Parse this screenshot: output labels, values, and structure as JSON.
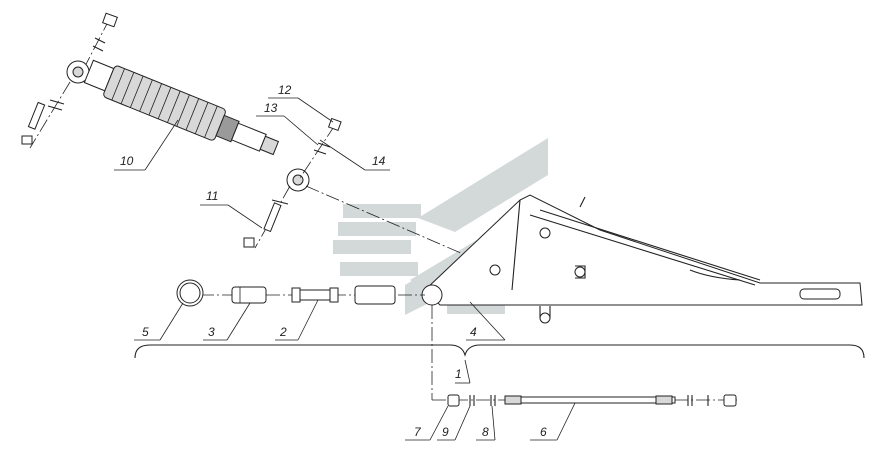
{
  "callouts": [
    {
      "id": "c1",
      "text": "1"
    },
    {
      "id": "c2",
      "text": "2"
    },
    {
      "id": "c3",
      "text": "3"
    },
    {
      "id": "c4",
      "text": "4"
    },
    {
      "id": "c5",
      "text": "5"
    },
    {
      "id": "c6",
      "text": "6"
    },
    {
      "id": "c7",
      "text": "7"
    },
    {
      "id": "c8",
      "text": "8"
    },
    {
      "id": "c9",
      "text": "9"
    },
    {
      "id": "c10",
      "text": "10"
    },
    {
      "id": "c11",
      "text": "11"
    },
    {
      "id": "c12",
      "text": "12"
    },
    {
      "id": "c13",
      "text": "13"
    },
    {
      "id": "c14",
      "text": "14"
    }
  ],
  "colors": {
    "line": "#222222",
    "watermark": "#c8d0d0",
    "background": "#ffffff"
  },
  "watermark": {
    "icon": "logo-watermark-icon"
  }
}
